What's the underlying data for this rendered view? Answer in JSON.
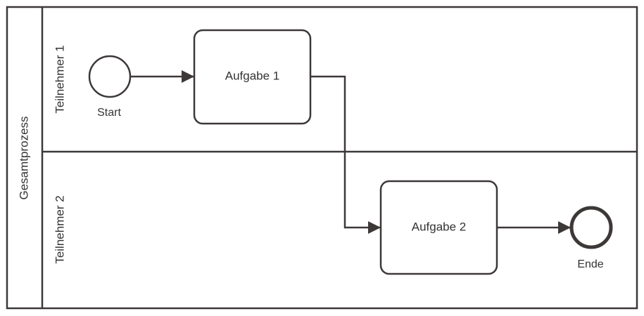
{
  "pool": {
    "label": "Gesamtprozess"
  },
  "lanes": [
    {
      "label": "Teilnehmer 1"
    },
    {
      "label": "Teilnehmer 2"
    }
  ],
  "events": {
    "start": {
      "label": "Start"
    },
    "end": {
      "label": "Ende"
    }
  },
  "tasks": [
    {
      "label": "Aufgabe 1"
    },
    {
      "label": "Aufgabe 2"
    }
  ],
  "colors": {
    "stroke": "#3d3838",
    "text": "#333333",
    "background": "#ffffff"
  }
}
